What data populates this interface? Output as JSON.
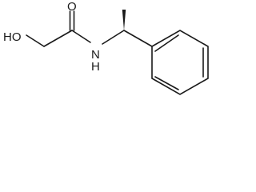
{
  "molecule": {
    "atoms": {
      "hydroxyl": "HO",
      "carbonyl_oxygen": "O",
      "amide_nitrogen": "N",
      "amide_hydrogen": "H"
    },
    "stereo_bond": "wedge",
    "ring": "benzene"
  },
  "colors": {
    "ink": "#1a1a1a",
    "background": "#ffffff"
  }
}
